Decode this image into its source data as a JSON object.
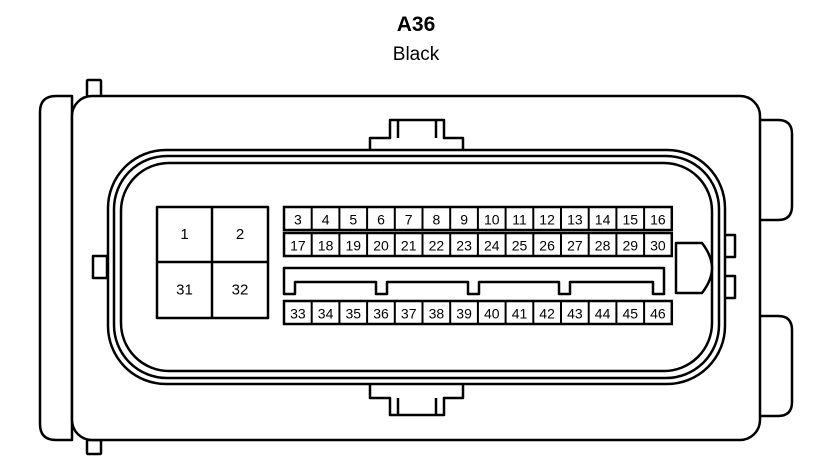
{
  "connector": {
    "id": "A36",
    "color": "Black"
  },
  "large_terminals": [
    "1",
    "2",
    "31",
    "32"
  ],
  "pin_rows": [
    [
      "3",
      "4",
      "5",
      "6",
      "7",
      "8",
      "9",
      "10",
      "11",
      "12",
      "13",
      "14",
      "15",
      "16"
    ],
    [
      "17",
      "18",
      "19",
      "20",
      "21",
      "22",
      "23",
      "24",
      "25",
      "26",
      "27",
      "28",
      "29",
      "30"
    ],
    [
      "33",
      "34",
      "35",
      "36",
      "37",
      "38",
      "39",
      "40",
      "41",
      "42",
      "43",
      "44",
      "45",
      "46"
    ]
  ],
  "colors": {
    "stroke": "#000000",
    "background": "#ffffff"
  }
}
